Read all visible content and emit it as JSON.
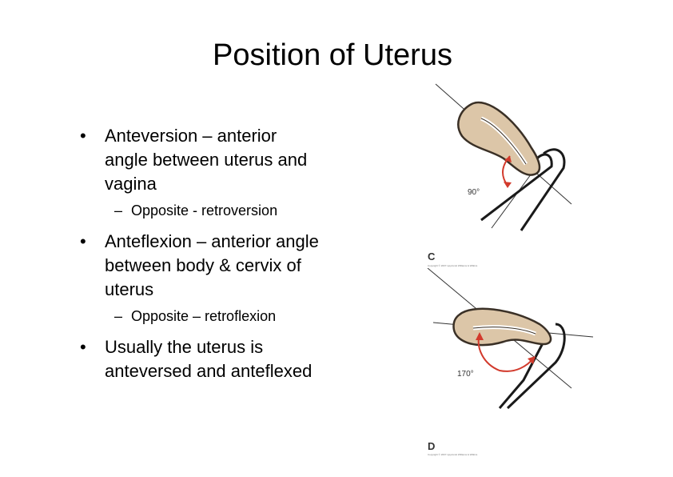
{
  "slide": {
    "title": "Position of Uterus",
    "bullets": [
      {
        "text": "Anteversion – anterior angle between uterus and vagina",
        "sub": "Opposite - retroversion"
      },
      {
        "text": "Anteflexion – anterior angle between body & cervix of uterus",
        "sub": "Opposite – retroflexion"
      },
      {
        "text": "Usually the uterus is anteversed and anteflexed",
        "sub": ""
      }
    ],
    "bullet_glyph": "•",
    "sub_glyph": "–"
  },
  "figures": {
    "top": {
      "angle": "90°",
      "panel": "C",
      "copyright": "Copyright © 2007 Lippincott Williams & Wilkins"
    },
    "bottom": {
      "angle": "170°",
      "panel": "D",
      "copyright": "Copyright © 2007 Lippincott Williams & Wilkins"
    },
    "colors": {
      "uterus_fill": "#dcc6a8",
      "uterus_stroke": "#3a3026",
      "arrow": "#d23a2c",
      "line": "#333333"
    }
  }
}
